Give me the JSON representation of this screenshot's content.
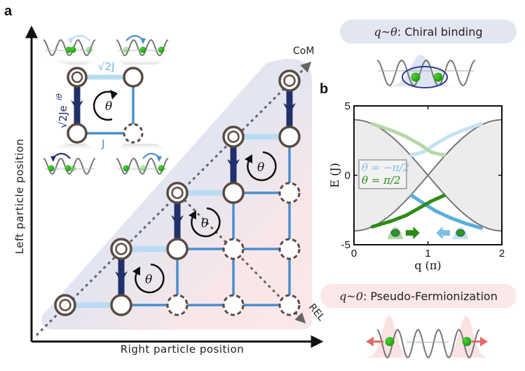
{
  "panel_a": {
    "label": "a",
    "y_axis_label": "Left particle position",
    "x_axis_label": "Right particle position",
    "com_label": "CoM",
    "rel_label": "REL",
    "hop_diag": "√2J",
    "hop_chiral": "√2Je",
    "hop_chiral_exp": "iθ",
    "hop_plain": "J",
    "flux_label": "θ",
    "columns": 5,
    "colors": {
      "light_bond": "#b9dcf2",
      "mid_bond": "#4a8fce",
      "dark_bond": "#22306b",
      "node_stroke": "#5a4a42",
      "com_region": "#dfe5f1",
      "rel_region": "#fbe6e6"
    }
  },
  "panel_b": {
    "label": "b",
    "top_pill": {
      "prefix": "q~θ",
      "text": ": Chiral binding",
      "color": "#e1e6f1"
    },
    "bottom_pill": {
      "prefix": "q~0",
      "text": ": Pseudo-Fermionization",
      "color": "#fbe8e8"
    }
  },
  "chart_data": {
    "type": "line",
    "title": "",
    "xlabel": "q (π)",
    "ylabel": "E (J)",
    "xlim": [
      0,
      2
    ],
    "ylim": [
      -5,
      5
    ],
    "xticks": [
      "0",
      "1",
      "2"
    ],
    "yticks": [
      "-5",
      "0",
      "5"
    ],
    "grid": false,
    "legend_position": "center-left",
    "continuum": {
      "description": "two-particle scattering band edges ±4cos(qπ/2)",
      "upper": [
        [
          0,
          4
        ],
        [
          0.25,
          3.7
        ],
        [
          0.5,
          2.83
        ],
        [
          0.75,
          1.53
        ],
        [
          1,
          0
        ],
        [
          1.25,
          -1.53
        ],
        [
          1.5,
          -2.83
        ],
        [
          1.75,
          -3.7
        ],
        [
          2,
          -4
        ]
      ],
      "lower": [
        [
          0,
          -4
        ],
        [
          0.25,
          -3.7
        ],
        [
          0.5,
          -2.83
        ],
        [
          0.75,
          -1.53
        ],
        [
          1,
          0
        ],
        [
          1.25,
          1.53
        ],
        [
          1.5,
          2.83
        ],
        [
          1.75,
          3.7
        ],
        [
          2,
          4
        ]
      ]
    },
    "series": [
      {
        "name": "θ = −π/2",
        "color": "#5aaedc",
        "points": [
          [
            0.78,
            -1.45
          ],
          [
            0.95,
            -2.05
          ],
          [
            1.1,
            -2.55
          ],
          [
            1.3,
            -3.05
          ],
          [
            1.5,
            -3.45
          ],
          [
            1.72,
            -3.8
          ]
        ]
      },
      {
        "name": "θ = −π/2 (upper, faint)",
        "color": "#c5e2f3",
        "points": [
          [
            0.78,
            1.45
          ],
          [
            0.95,
            1.7
          ],
          [
            1.1,
            2.25
          ],
          [
            1.3,
            2.85
          ],
          [
            1.5,
            3.3
          ],
          [
            1.72,
            3.7
          ]
        ]
      },
      {
        "name": "θ = π/2",
        "color": "#2e8b17",
        "points": [
          [
            0.25,
            -3.7
          ],
          [
            0.5,
            -3.3
          ],
          [
            0.7,
            -2.9
          ],
          [
            0.9,
            -2.3
          ],
          [
            1.05,
            -1.85
          ],
          [
            1.22,
            -1.45
          ]
        ]
      },
      {
        "name": "θ = π/2 (upper, faint)",
        "color": "#b5d8a8",
        "points": [
          [
            0.25,
            3.7
          ],
          [
            0.5,
            3.25
          ],
          [
            0.7,
            2.8
          ],
          [
            0.9,
            2.2
          ],
          [
            1.05,
            1.65
          ],
          [
            1.22,
            1.45
          ]
        ]
      }
    ],
    "legend": [
      {
        "label": "θ = −π/2",
        "color": "#7fbfe3"
      },
      {
        "label": "θ = π/2",
        "color": "#2e8b17"
      }
    ]
  }
}
